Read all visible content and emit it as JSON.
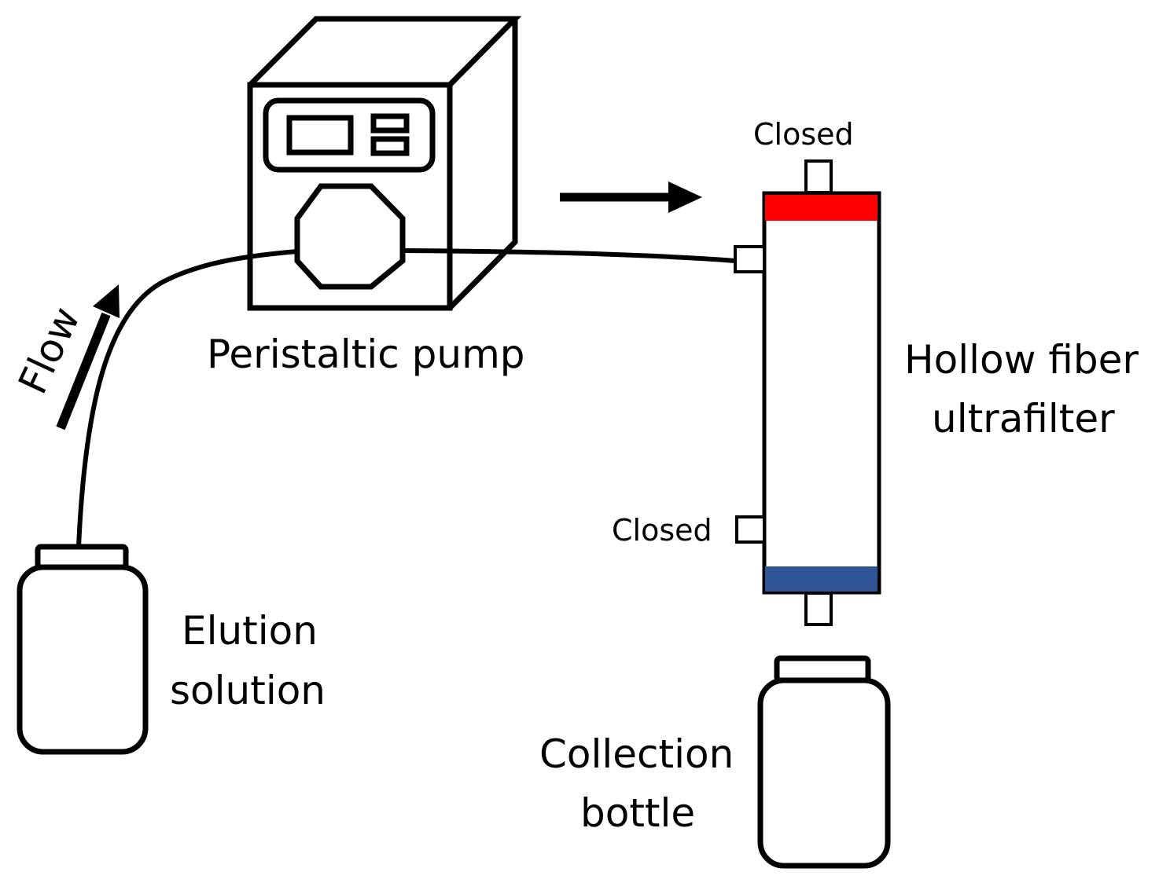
{
  "labels": {
    "peristaltic_pump": "Peristaltic pump",
    "flow": "Flow",
    "elution_line1": "Elution",
    "elution_line2": "solution",
    "ultrafilter_line1": "Hollow fiber",
    "ultrafilter_line2": "ultrafilter",
    "collection_line1": "Collection",
    "collection_line2": "bottle",
    "closed_top": "Closed",
    "closed_side": "Closed"
  },
  "colors": {
    "top_cap": "#ff0000",
    "bottom_cap": "#2f5597",
    "line": "#000000",
    "background": "#ffffff"
  },
  "icons": {
    "pump": "peristaltic-pump-icon",
    "filter": "hollow-fiber-ultrafilter-icon",
    "source_bottle": "bottle-icon",
    "collection_bottle": "bottle-icon",
    "flow_arrow": "arrow-up-right-icon",
    "direction_arrow": "arrow-right-icon"
  }
}
